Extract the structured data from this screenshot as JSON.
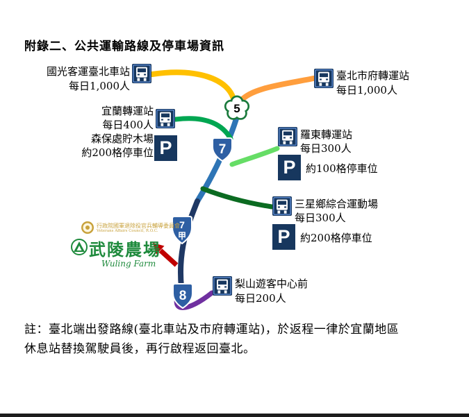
{
  "title": "附錄二、公共運輸路線及停車場資訊",
  "stations": {
    "guoguang_taipei": {
      "name": "國光客運臺北車站",
      "daily": "每日1,000人"
    },
    "taipei_city_hall": {
      "name": "臺北市府轉運站",
      "daily": "每日1,000人"
    },
    "yilan": {
      "name": "宜蘭轉運站",
      "daily": "每日400人"
    },
    "lumber_yard": {
      "name": "森保處貯木場",
      "parking": "約200格停車位"
    },
    "luodong": {
      "name": "羅東轉運站",
      "daily": "每日300人",
      "parking": "約100格停車位"
    },
    "sanxing": {
      "name": "三星鄉綜合運動場",
      "daily": "每日300人",
      "parking": "約200格停車位"
    },
    "lishan": {
      "name": "梨山遊客中心前",
      "daily": "每日200人"
    }
  },
  "shields": {
    "freeway_5": "5",
    "provincial_7": "7",
    "provincial_7jia_number": "7",
    "provincial_7jia_suffix": "甲",
    "provincial_8": "8"
  },
  "icons": {
    "parking_label": "P"
  },
  "wuling_farm": {
    "agency": "行政院國軍退除役官兵輔導委員會",
    "agency_en": "Veterans Affairs Council, R.O.C.",
    "name": "武陵農場",
    "name_en": "Wuling Farm"
  },
  "note": {
    "line1": "註：臺北端出發路線(臺北車站及市府轉運站)，於返程一律於宜蘭地區",
    "line2": "休息站替換駕駛員後，再行啟程返回臺北。"
  },
  "colors": {
    "route_yellow": "#FFC000",
    "route_orange": "#FF9E3D",
    "route_green": "#00A651",
    "route_lightgreen": "#66DD66",
    "route_darkgreen": "#0B6B21",
    "route_blue": "#2E75B6",
    "route_navy": "#1F3864",
    "route_purple": "#7030A0",
    "arrow_red": "#C00000",
    "bus_icon_bg": "#17375E",
    "parking_bg": "#17375E",
    "shield_blue": "#2E5FA3",
    "freeway_green": "#1A7A3C",
    "wuling_green": "#1E8A3C",
    "agency_gold": "#C8A23C"
  }
}
